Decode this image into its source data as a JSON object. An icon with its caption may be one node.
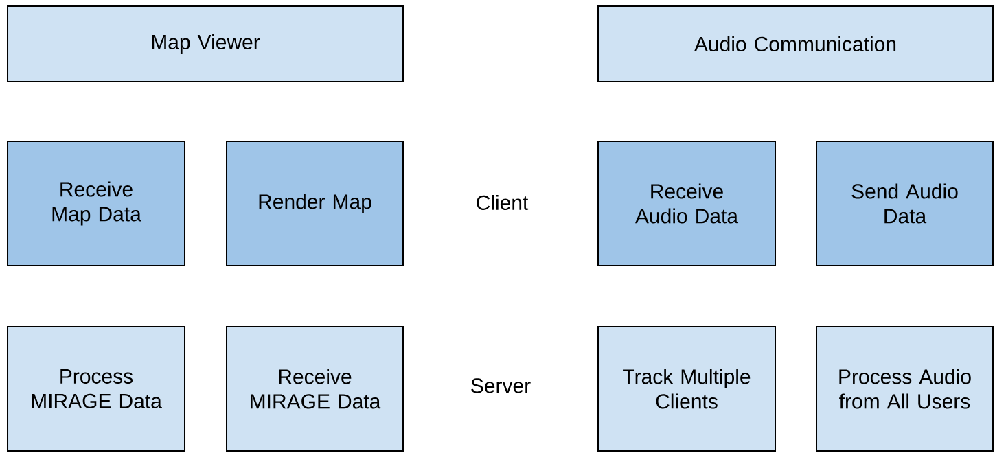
{
  "diagram": {
    "nodes": [
      {
        "text": [
          "Map Viewer"
        ]
      },
      {
        "text": [
          "Audio Communication"
        ]
      },
      {
        "text": [
          "Receive Map Data"
        ]
      },
      {
        "text": [
          "Render Map"
        ]
      },
      {
        "text": [
          "Receive Audio Data"
        ]
      },
      {
        "text": [
          "Send Audio Data"
        ]
      },
      {
        "text": [
          "Process MIRAGE Data"
        ]
      },
      {
        "text": [
          "Receive MIRAGE Data"
        ]
      },
      {
        "text": [
          "Track Multiple Clients"
        ]
      },
      {
        "text": [
          "Process Audio from All Users"
        ]
      }
    ],
    "edges": [],
    "labels": [
      "Client",
      "Server"
    ]
  }
}
